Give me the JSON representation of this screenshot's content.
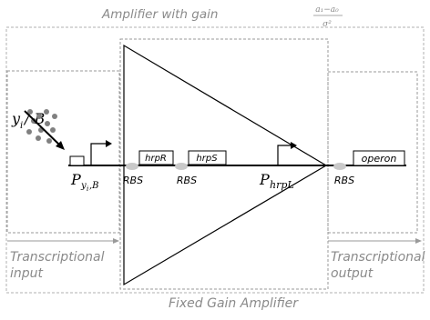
{
  "title": {
    "prefix": "Amplifier with gain",
    "numerator": "a₁−a₀",
    "denominator": "σ²"
  },
  "input_signal": {
    "y": "y",
    "y_sub": "i",
    "slash_b": " / B"
  },
  "promoters": {
    "p1": {
      "base": "P",
      "sub": "y",
      "subsub": "i",
      "tail": ",B"
    },
    "p2": {
      "base": "P",
      "sub": "hrpL"
    }
  },
  "rbs_label": "RBS",
  "genes": [
    "hrpR",
    "hrpS",
    "operon"
  ],
  "captions": {
    "input_line1": "Transcriptional",
    "input_line2": "input",
    "output_line1": "Transcriptional",
    "output_line2": "output",
    "bottom": "Fixed Gain Amplifier"
  },
  "colors": {
    "caption_gray": "#8a8a8a",
    "box_gray": "#9a9a9a",
    "rbs_gray": "#c9c9c9",
    "dot_gray": "#808080"
  }
}
